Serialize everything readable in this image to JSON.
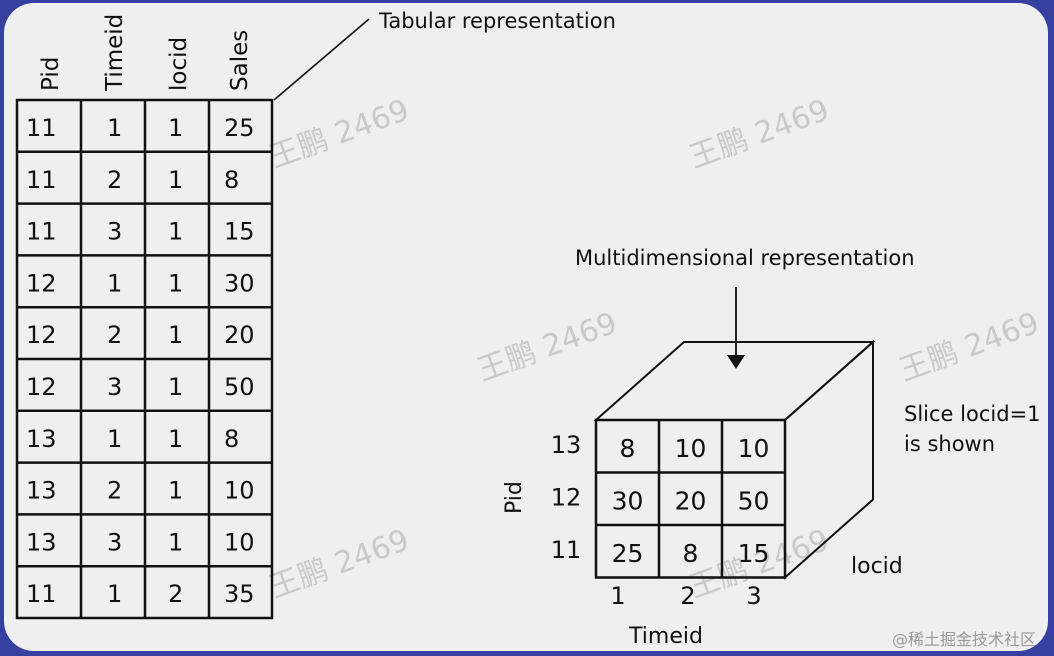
{
  "table": {
    "headers": [
      "Pid",
      "Timeid",
      "locid",
      "Sales"
    ],
    "rows": [
      [
        "11",
        "1",
        "1",
        "25"
      ],
      [
        "11",
        "2",
        "1",
        "8"
      ],
      [
        "11",
        "3",
        "1",
        "15"
      ],
      [
        "12",
        "1",
        "1",
        "30"
      ],
      [
        "12",
        "2",
        "1",
        "20"
      ],
      [
        "12",
        "3",
        "1",
        "50"
      ],
      [
        "13",
        "1",
        "1",
        "8"
      ],
      [
        "13",
        "2",
        "1",
        "10"
      ],
      [
        "13",
        "3",
        "1",
        "10"
      ],
      [
        "11",
        "1",
        "2",
        "35"
      ]
    ]
  },
  "labels": {
    "tabular": "Tabular representation",
    "multidimensional": "Multidimensional representation",
    "slice_line1": "Slice locid=1",
    "slice_line2": "is shown",
    "pid_axis": "Pid",
    "timeid_axis": "Timeid",
    "locid_axis": "locid"
  },
  "cube": {
    "pid_values": [
      "13",
      "12",
      "11"
    ],
    "timeid_values": [
      "1",
      "2",
      "3"
    ],
    "cells": [
      [
        "8",
        "10",
        "10"
      ],
      [
        "30",
        "20",
        "50"
      ],
      [
        "25",
        "8",
        "15"
      ]
    ]
  },
  "watermark": {
    "text": "王鹏 2469",
    "credit": "@稀土掘金技术社区"
  }
}
